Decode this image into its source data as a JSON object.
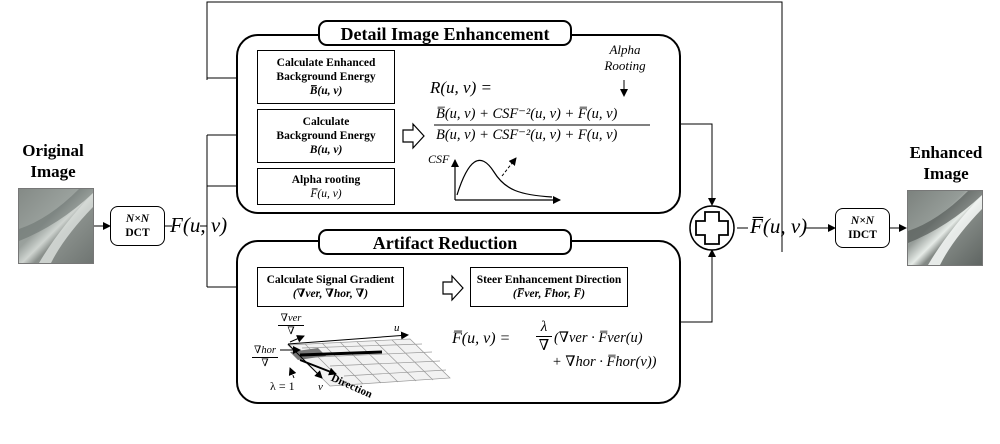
{
  "left": {
    "title_line1": "Original",
    "title_line2": "Image"
  },
  "right": {
    "title_line1": "Enhanced",
    "title_line2": "Image"
  },
  "dct": {
    "line1": "N×N",
    "line2": "DCT"
  },
  "idct": {
    "line1": "N×N",
    "line2": "IDCT"
  },
  "signal_in": "F(u, v)",
  "signal_out": "F̅(u, v)",
  "detail": {
    "title": "Detail Image Enhancement",
    "box1": {
      "line1": "Calculate Enhanced",
      "line2": "Background Energy",
      "line3": "B̅(u, v)"
    },
    "box2": {
      "line1": "Calculate",
      "line2": "Background Energy",
      "line3": "B(u, v)"
    },
    "box3": {
      "line1": "Alpha rooting",
      "line2": "F̅(u, v)"
    },
    "alpha_note_line1": "Alpha",
    "alpha_note_line2": "Rooting",
    "eq_lhs": "R(u, v) =",
    "eq_num": "B̅(u, v) + CSF⁻²(u, v) + F̅(u, v)",
    "eq_den": "B(u, v) + CSF⁻²(u, v) + F(u, v)",
    "csf_label": "CSF"
  },
  "artifact": {
    "title": "Artifact Reduction",
    "box1": {
      "line1": "Calculate Signal Gradient",
      "line2": "(∇ver, ∇hor, ∇)"
    },
    "box2": {
      "line1": "Steer Enhancement Direction",
      "line2": "(F̅ver, F̅hor, F̅)"
    },
    "eq_lhs": "F̅(u, v) =",
    "eq_lambda": "λ",
    "eq_nabla": "∇",
    "eq_line1": "(∇ver · F̅ver(u)",
    "eq_line2": "+ ∇hor · F̅hor(v))",
    "grad_ver_num": "∇ver",
    "grad_ver_den": "∇",
    "grad_hor_num": "∇hor",
    "grad_hor_den": "∇",
    "lambda_eq": "λ = 1",
    "axis_u": "u",
    "axis_v": "v",
    "direction": "Direction"
  }
}
